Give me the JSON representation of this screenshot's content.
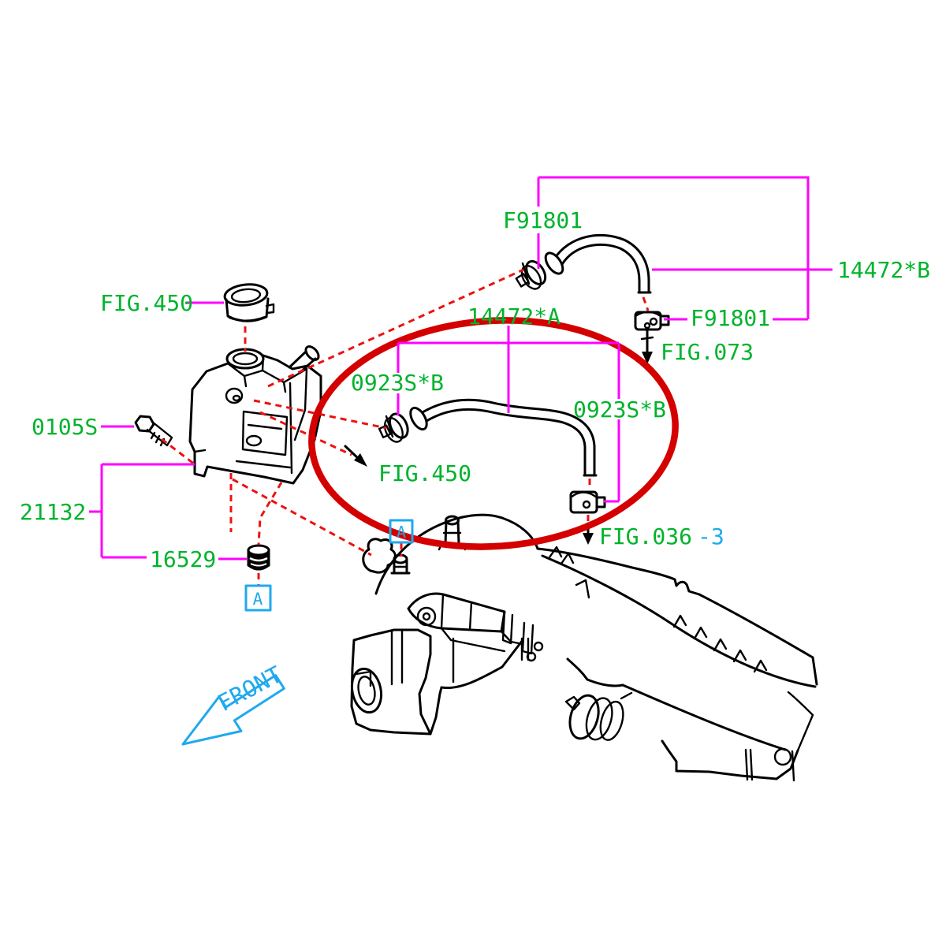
{
  "diagram": {
    "kind": "engine-parts-diagram",
    "colors": {
      "label_green": "#00B32C",
      "leader_magenta": "#FF00FF",
      "routing_red": "#EE1111",
      "highlight_ellipse_red": "#D40000",
      "callout_cyan": "#1FA9EE",
      "linework_black": "#000000",
      "background": "#FFFFFF"
    },
    "labels": {
      "fig450_top": "FIG.450",
      "f91801_top": "F91801",
      "hose_14472b": "14472*B",
      "hose_14472a": "14472*A",
      "f91801_right": "F91801",
      "fig073": "FIG.073",
      "clamp_0923sb_left": "0923S*B",
      "clamp_0923sb_right": "0923S*B",
      "bolt_0105s": "0105S",
      "fig450_center": "FIG.450",
      "tank_21132": "21132",
      "grommet_16529": "16529",
      "fig036": "FIG.036",
      "fig036_suffix": "-3",
      "front": "FRONT",
      "callout_a": "A"
    }
  }
}
